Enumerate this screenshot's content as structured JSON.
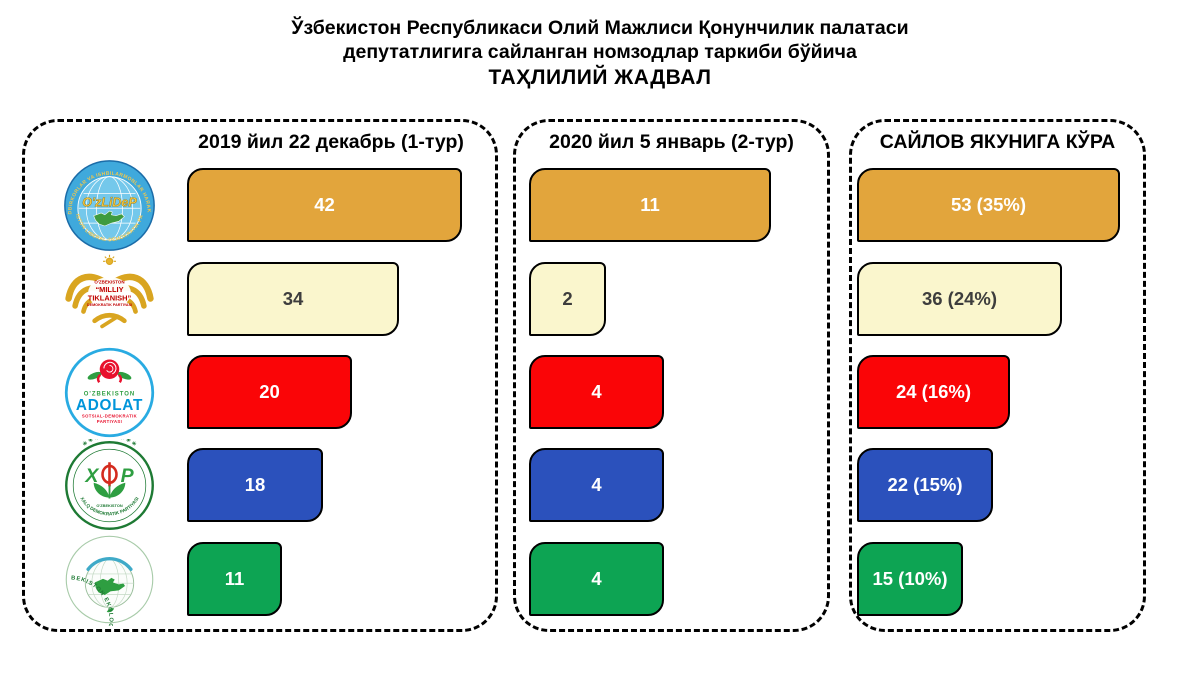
{
  "title": {
    "line1": "Ўзбекистон Республикаси Олий Мажлиси Қонунчилик палатаси",
    "line2": "депутатлигига сайланган номзодлар таркиби бўйича",
    "line3": "ТАҲЛИЛИЙ ЖАДВАЛ"
  },
  "panels": [
    {
      "header": "2019 йил 22 декабрь (1-тур)",
      "values": [
        "42",
        "34",
        "20",
        "18",
        "11"
      ]
    },
    {
      "header": "2020 йил 5 январь (2-тур)",
      "values": [
        "11",
        "2",
        "4",
        "4",
        "4"
      ]
    },
    {
      "header": "САЙЛОВ ЯКУНИГА КЎРА",
      "values": [
        "53 (35%)",
        "36 (24%)",
        "24 (16%)",
        "22 (15%)",
        "15 (10%)"
      ]
    }
  ],
  "parties": [
    {
      "name": "O'zLiDeP",
      "logo": {
        "ring_top": "TADBIRKORLAR VA ISHBILARMONLAR HARAKATI",
        "ring_bottom": "O'ZBEKISTON LIBERAL-DEMOKRATIK PARTIYASI",
        "center": "O'zLiDeP"
      }
    },
    {
      "name": "Milliy Tiklanish",
      "logo": {
        "line1": "O'ZBEKISTON",
        "line2": "“MILLIY",
        "line3": "TIKLANISH”",
        "line4": "DEMOKRATIK PARTIYASI"
      }
    },
    {
      "name": "Adolat",
      "logo": {
        "line1": "O'ZBEKISTON",
        "center": "ADOLAT",
        "line3": "SOTSIAL-DEMOKRATIK",
        "line4": "PARTIYASI"
      }
    },
    {
      "name": "Xalq demokratik partiyasi",
      "logo": {
        "left": "X",
        "right": "P",
        "stars": "✳ ✳ ✳ ✳ ✳ ✳ ✳ ✳ ✳",
        "line3": "O'ZBEKISTON",
        "ring_bottom": "XALQ DEMOKRATIK PARTIYASI"
      }
    },
    {
      "name": "Ekologik partiya",
      "logo": {
        "ring": "O'ZBEKISTON  EKOLOGIK  PARTIYASI"
      }
    }
  ],
  "colors": {
    "gold": "#E2A53C",
    "cream": "#FAF6CD",
    "red": "#FA0507",
    "blue": "#2B51BC",
    "green": "#0DA453"
  },
  "chart_data": {
    "type": "bar",
    "orientation": "horizontal",
    "title": "ТАҲЛИЛИЙ ЖАДВАЛ — Ўзбекистон Республикаси Олий Мажлиси Қонунчилик палатаси депутатлигига сайланган номзодлар таркиби бўйича",
    "categories": [
      "O'zLiDeP (Liberal-demokratik partiya)",
      "Milliy Tiklanish demokratik partiyasi",
      "Adolat sotsial-demokratik partiyasi",
      "Xalq demokratik partiyasi (XDP)",
      "O'zbekiston Ekologik partiyasi"
    ],
    "series": [
      {
        "name": "2019 йил 22 декабрь (1-тур)",
        "values": [
          42,
          34,
          20,
          18,
          11
        ]
      },
      {
        "name": "2020 йил 5 январь (2-тур)",
        "values": [
          11,
          2,
          4,
          4,
          4
        ]
      },
      {
        "name": "САЙЛОВ ЯКУНИГА КЎРА",
        "values": [
          53,
          36,
          24,
          22,
          15
        ],
        "percents": [
          35,
          24,
          16,
          15,
          10
        ],
        "value_labels": [
          "53 (35%)",
          "36 (24%)",
          "24 (16%)",
          "22 (15%)",
          "15 (10%)"
        ]
      }
    ],
    "bar_colors": [
      "#E2A53C",
      "#FAF6CD",
      "#FA0507",
      "#2B51BC",
      "#0DA453"
    ],
    "legend_position": "none",
    "grid": false
  }
}
